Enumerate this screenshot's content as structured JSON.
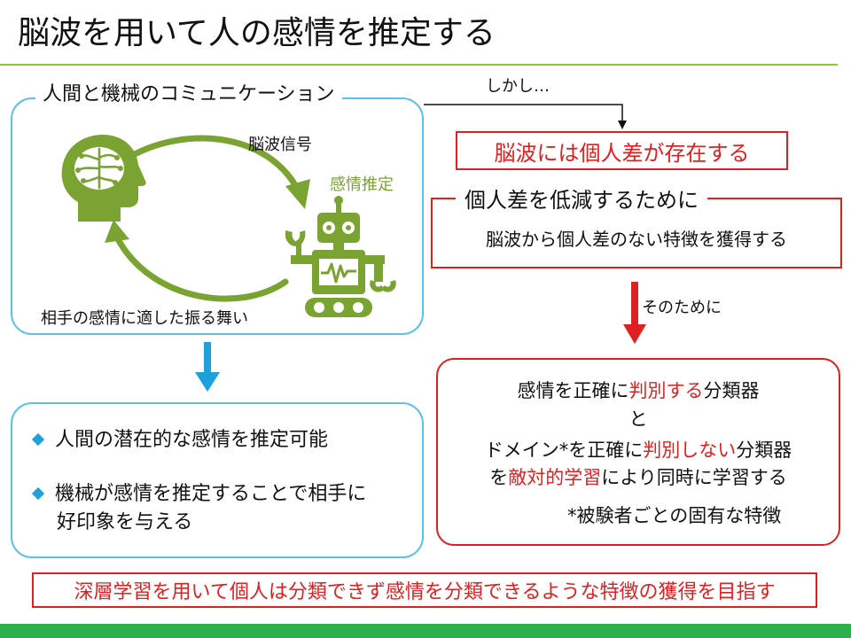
{
  "slide": {
    "title": "脳波を用いて人の感情を推定する"
  },
  "communication": {
    "heading": "人間と機械のコミュニケーション",
    "signal_label": "脳波信号",
    "emotion_label": "感情推定",
    "behavior_label": "相手の感情に適した振る舞い"
  },
  "benefits": {
    "items": [
      "人間の潜在的な感情を推定可能",
      "機械が感情を推定することで相手に",
      "好印象を与える"
    ]
  },
  "problem": {
    "however_label": "しかし…",
    "statement": "脳波には個人差が存在する"
  },
  "reduction": {
    "heading": "個人差を低減するために",
    "text": "脳波から個人差のない特徴を獲得する"
  },
  "method": {
    "therefore_label": "そのために",
    "line1_a": "感情を正確に",
    "line1_b": "判別する",
    "line1_c": "分類器",
    "line2": "と",
    "line3_a": "ドメイン*を正確に",
    "line3_b": "判別しない",
    "line3_c": "分類器",
    "line4_a": "を",
    "line4_b": "敵対的学習",
    "line4_c": "により同時に学習する",
    "footnote": "*被験者ごとの固有な特徴"
  },
  "goal": {
    "text": "深層学習を用いて個人は分類できず感情を分類できるような特徴の獲得を目指す"
  },
  "colors": {
    "accent_green": "#8cc63f",
    "bar_green": "#2db14a",
    "icon_green": "#7aa332",
    "panel_blue": "#5bc2e7",
    "arrow_blue": "#1ea0dc",
    "alert_red": "#e02020"
  }
}
